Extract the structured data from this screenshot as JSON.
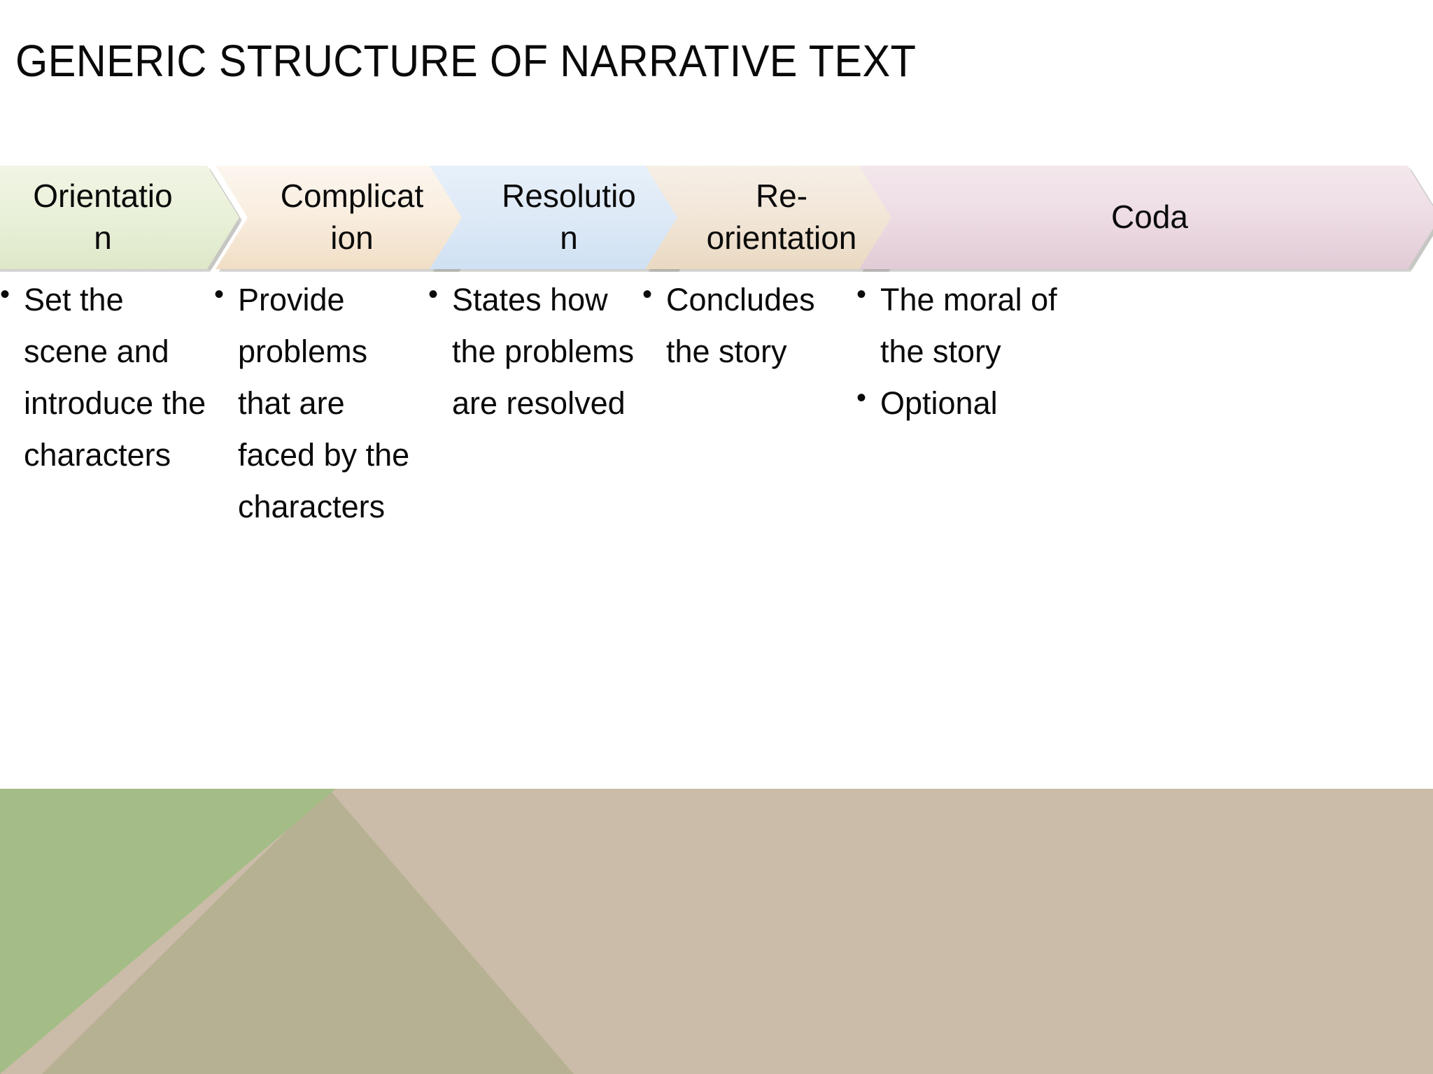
{
  "slide": {
    "title": "GENERIC STRUCTURE OF NARRATIVE TEXT",
    "background_color": "#ffffff",
    "text_color": "#0a0a0a"
  },
  "chart_data": {
    "type": "diagram",
    "diagram_style": "chevron-process-flow",
    "title": "GENERIC STRUCTURE OF NARRATIVE TEXT",
    "stage_count": 5,
    "stages": [
      {
        "label": "Orientation",
        "fill_top": "#f0f5e4",
        "fill_bottom": "#dde8c8",
        "bullets": [
          "Set the scene and introduce the characters"
        ]
      },
      {
        "label": "Complication",
        "fill_top": "#fcf6ef",
        "fill_bottom": "#f1dec6",
        "bullets": [
          "Provide problems that are faced by the characters"
        ]
      },
      {
        "label": "Resolution",
        "fill_top": "#e7f0fa",
        "fill_bottom": "#cfe1f3",
        "bullets": [
          "States how the problems are resolved"
        ]
      },
      {
        "label": "Re-orientation",
        "fill_top": "#f6efe6",
        "fill_bottom": "#ead9c2",
        "bullets": [
          "Concludes the story"
        ]
      },
      {
        "label": "Coda",
        "fill_top": "#f3e7ec",
        "fill_bottom": "#e1cbd6",
        "bullets": [
          "The moral of the story",
          "Optional"
        ]
      }
    ]
  },
  "footer": {
    "base_color": "#cbbca9",
    "green_color": "#a4bd86",
    "olive_color": "#b7b193"
  },
  "bullet_glyph": "•"
}
